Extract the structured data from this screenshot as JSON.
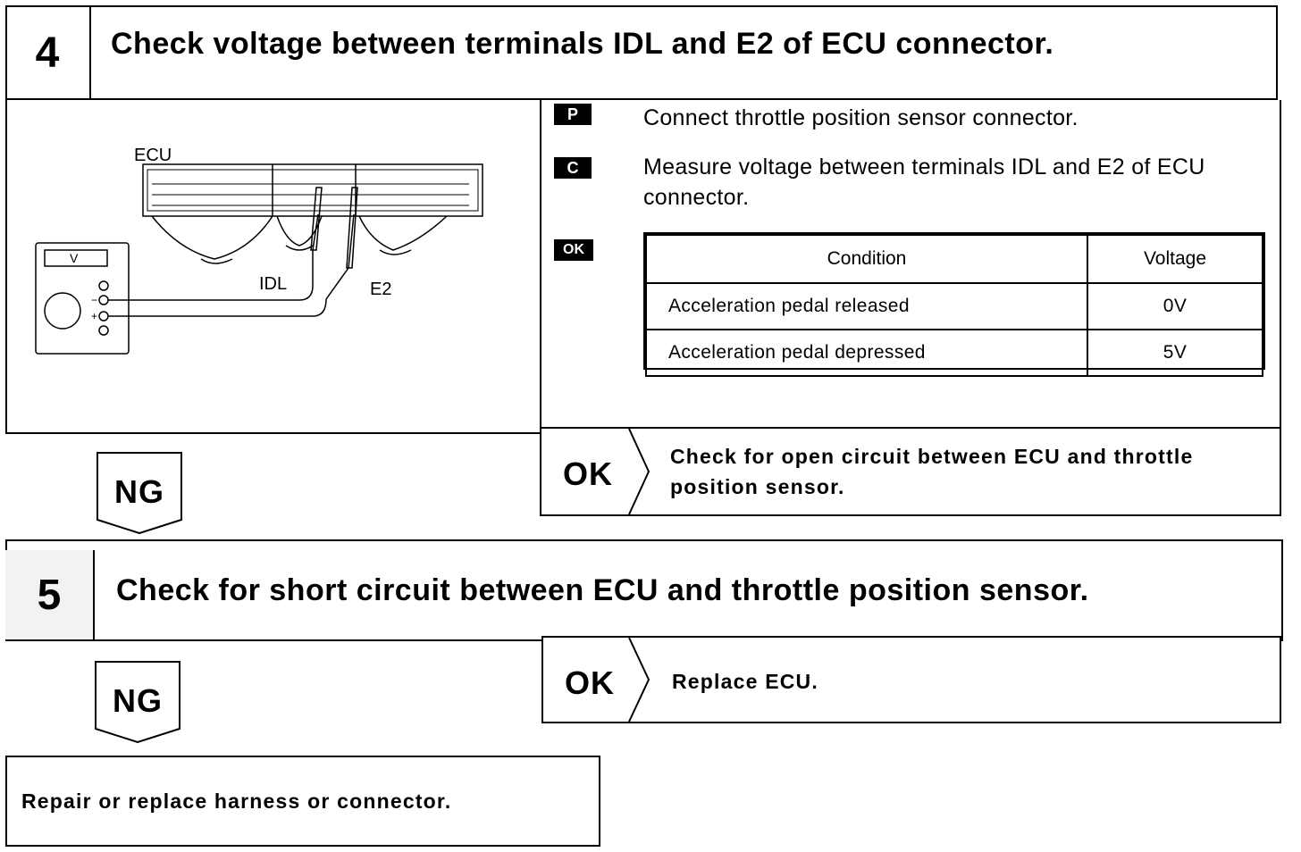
{
  "step4": {
    "number": "4",
    "title": "Check voltage between terminals IDL and E2 of ECU connector.",
    "figure": {
      "ecu_label": "ECU",
      "meter_label": "V",
      "idl_label": "IDL",
      "e2_label": "E2",
      "minus": "−",
      "plus": "+"
    },
    "tags": {
      "p": "P",
      "c": "C",
      "ok": "OK"
    },
    "instructions": {
      "p": "Connect throttle position sensor connector.",
      "c": "Measure voltage between terminals IDL and E2 of ECU connector."
    },
    "table": {
      "headers": [
        "Condition",
        "Voltage"
      ],
      "rows": [
        [
          "Acceleration pedal released",
          "0V"
        ],
        [
          "Acceleration pedal depressed",
          "5V"
        ]
      ]
    },
    "ok_result": {
      "label": "OK",
      "text": "Check for open circuit between ECU and throttle position sensor."
    },
    "ng_label": "NG"
  },
  "step5": {
    "number": "5",
    "title": "Check for short circuit between ECU and throttle position sensor.",
    "ok_result": {
      "label": "OK",
      "text": "Replace ECU."
    },
    "ng_label": "NG"
  },
  "final": {
    "text": "Repair or replace harness or connector."
  }
}
